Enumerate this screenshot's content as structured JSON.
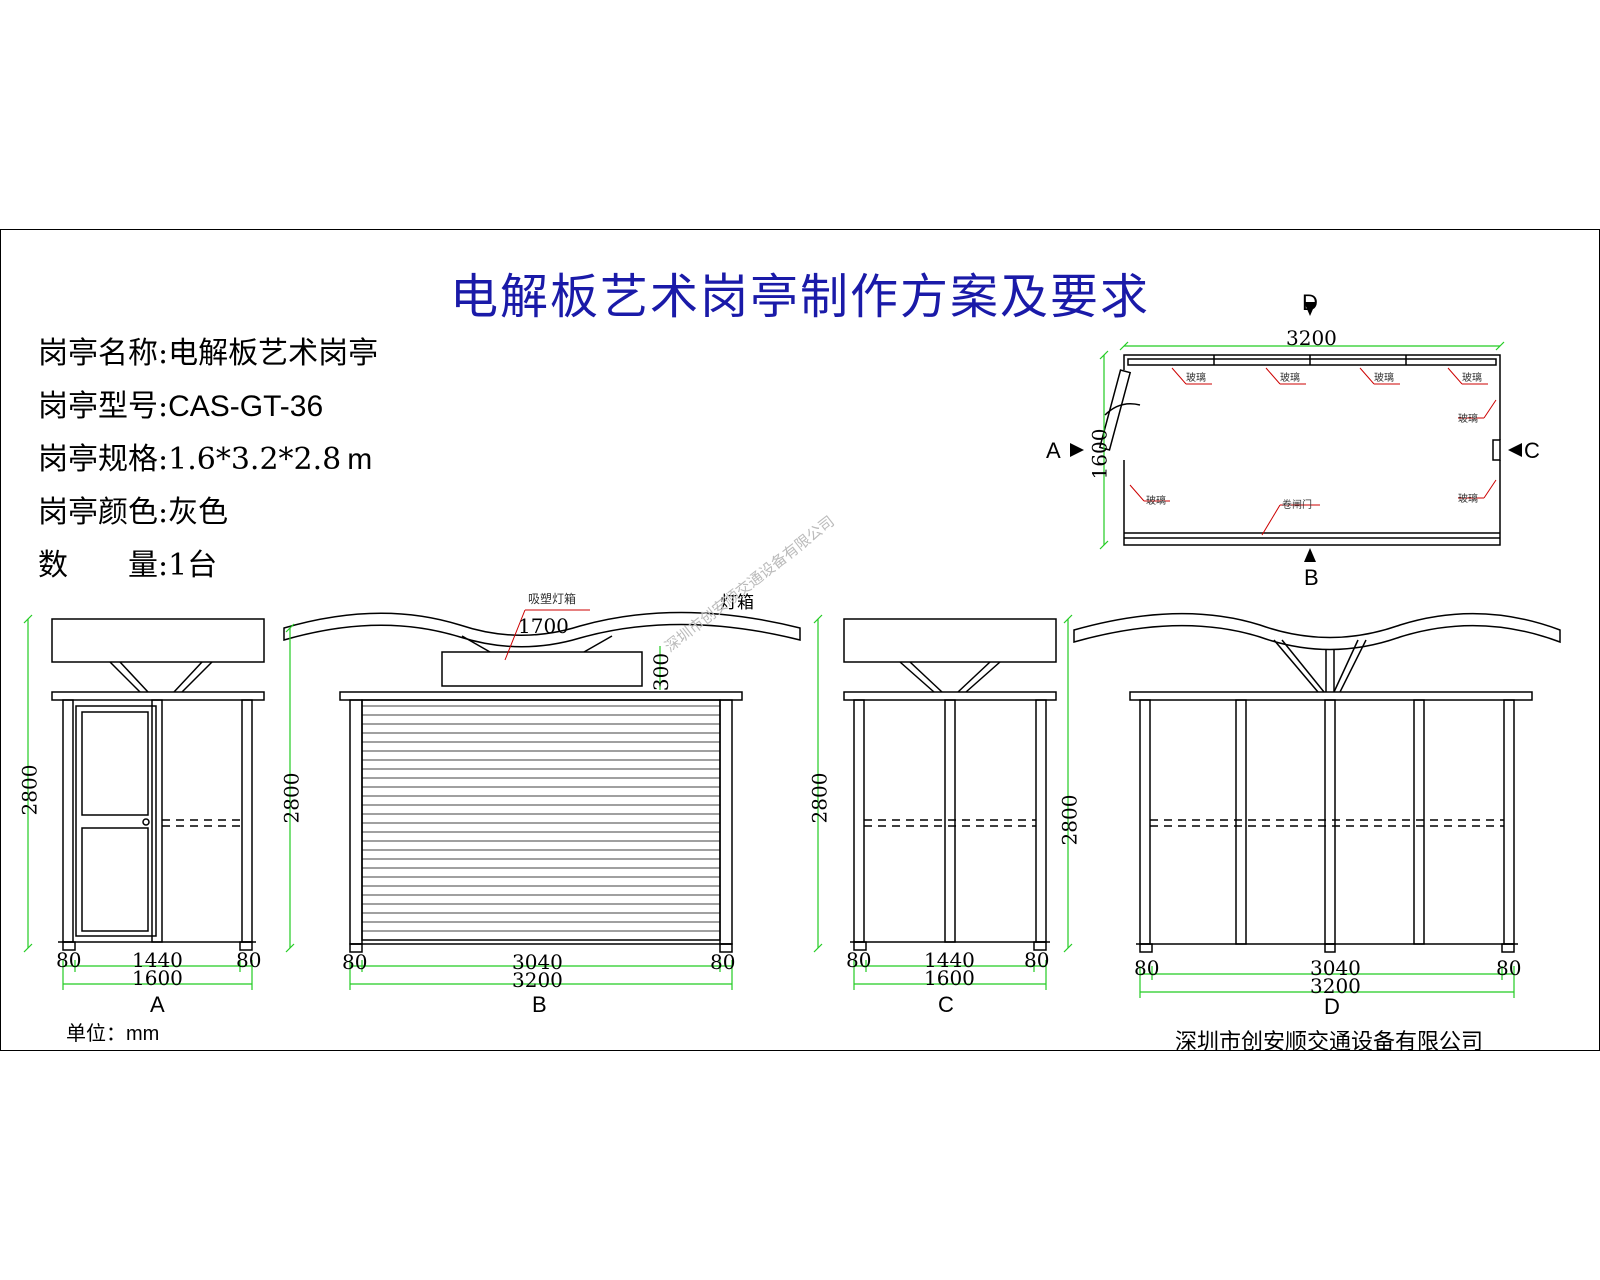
{
  "title": "电解板艺术岗亭制作方案及要求",
  "specs": [
    {
      "label": "岗亭名称",
      "value": "电解板艺术岗亭"
    },
    {
      "label": "岗亭型号",
      "value": "CAS-GT-36"
    },
    {
      "label": "岗亭规格",
      "value": "1.6*3.2*2.8"
    },
    {
      "label": "岗亭颜色",
      "value": "灰色"
    },
    {
      "label": "数　　量",
      "value": "1台"
    }
  ],
  "spec_unit_m": "m",
  "plan": {
    "top_marker": "D",
    "bottom_marker": "B",
    "left_marker": "A",
    "right_marker": "C",
    "width_dim": "3200",
    "depth_dim": "1600",
    "panel_label": "玻璃",
    "door_label": "卷闸门"
  },
  "elevations": {
    "A": {
      "view": "A",
      "height": "2800",
      "left": "80",
      "mid": "1440",
      "right": "80",
      "total": "1600"
    },
    "B": {
      "view": "B",
      "height": "2800",
      "left": "80",
      "mid": "3040",
      "right": "80",
      "total": "3200",
      "lightbox_label": "吸塑灯箱",
      "lightbox_width": "1700",
      "lightbox_height": "300",
      "lightbox_note": "灯箱"
    },
    "C": {
      "view": "C",
      "height": "2800",
      "left": "80",
      "mid": "1440",
      "right": "80",
      "total": "1600"
    },
    "D": {
      "view": "D",
      "height": "2800",
      "left": "80",
      "mid": "3040",
      "right": "80",
      "total": "3200"
    }
  },
  "unit_label": "单位：mm",
  "company": "深圳市创安顺交通设备有限公司",
  "watermark": "深圳市创安顺交通设备有限公司",
  "colors": {
    "title": "#1a1aa8",
    "dim_line": "#22cc22",
    "leader": "#cc0000",
    "line": "#000000"
  }
}
